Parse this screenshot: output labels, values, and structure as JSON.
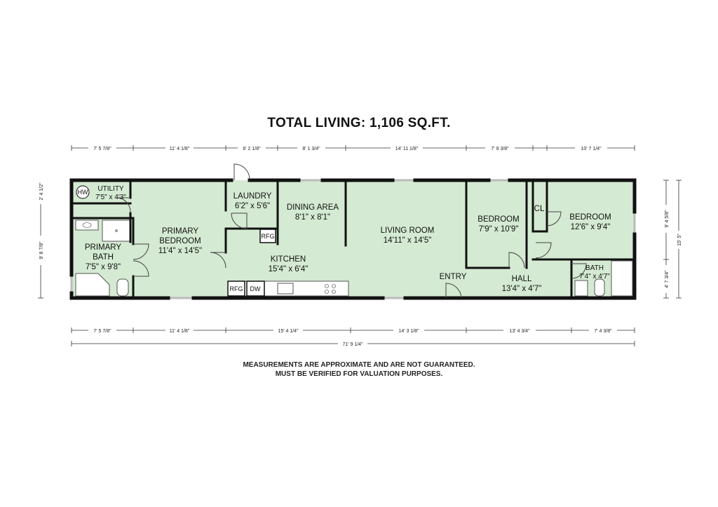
{
  "title": "TOTAL LIVING: 1,106 SQ.FT.",
  "disclaimer": {
    "line1": "MEASUREMENTS ARE APPROXIMATE AND ARE NOT GUARANTEED.",
    "line2": "MUST BE VERIFIED FOR VALUATION PURPOSES."
  },
  "rooms": {
    "utility": {
      "name": "UTILITY",
      "size": "7'5\" x 4'3\""
    },
    "primary_bedroom": {
      "name1": "PRIMARY",
      "name2": "BEDROOM",
      "size": "11'4\" x 14'5\""
    },
    "primary_bath": {
      "name1": "PRIMARY",
      "name2": "BATH",
      "size": "7'5\" x 9'8\""
    },
    "laundry": {
      "name": "LAUNDRY",
      "size": "6'2\" x 5'6\""
    },
    "dining_area": {
      "name": "DINING AREA",
      "size": "8'1\" x 8'1\""
    },
    "kitchen": {
      "name": "KITCHEN",
      "size": "15'4\" x 6'4\""
    },
    "living_room": {
      "name": "LIVING ROOM",
      "size": "14'11\" x 14'5\""
    },
    "bedroom_2": {
      "name": "BEDROOM",
      "size": "7'9\" x 10'9\""
    },
    "bedroom_3": {
      "name": "BEDROOM",
      "size": "12'6\" x 9'4\""
    },
    "closet": {
      "name": "CL"
    },
    "entry": {
      "name": "ENTRY"
    },
    "hall": {
      "name": "HALL",
      "size": "13'4\" x 4'7\""
    },
    "bath": {
      "name": "BATH",
      "size": "7'4\" x 4'7\""
    }
  },
  "fixtures": {
    "water_heater": "HW",
    "refrigerator_laundry": "RFG",
    "refrigerator_kitchen": "RFG",
    "dishwasher": "DW"
  },
  "dimensions": {
    "top": [
      "7' 5 7/8\"",
      "11' 4 1/8\"",
      "6' 2 1/8\"",
      "8' 1 3/4\"",
      "14' 11 1/8\"",
      "7' 9 3/8\"",
      "10' 7 1/4\""
    ],
    "bottom": [
      "7' 5 7/8\"",
      "11' 4 1/8\"",
      "15' 4 1/4\"",
      "14' 3 1/8\"",
      "13' 4 3/4\"",
      "7' 4 3/8\""
    ],
    "overall": "71' 9 1/4\"",
    "left": [
      "2' 4 1/2\"",
      "9' 8 7/8\""
    ],
    "right_inner": [
      "9' 4 5/8\"",
      "4' 7 3/4\""
    ],
    "right_outer": "15' 5\""
  }
}
